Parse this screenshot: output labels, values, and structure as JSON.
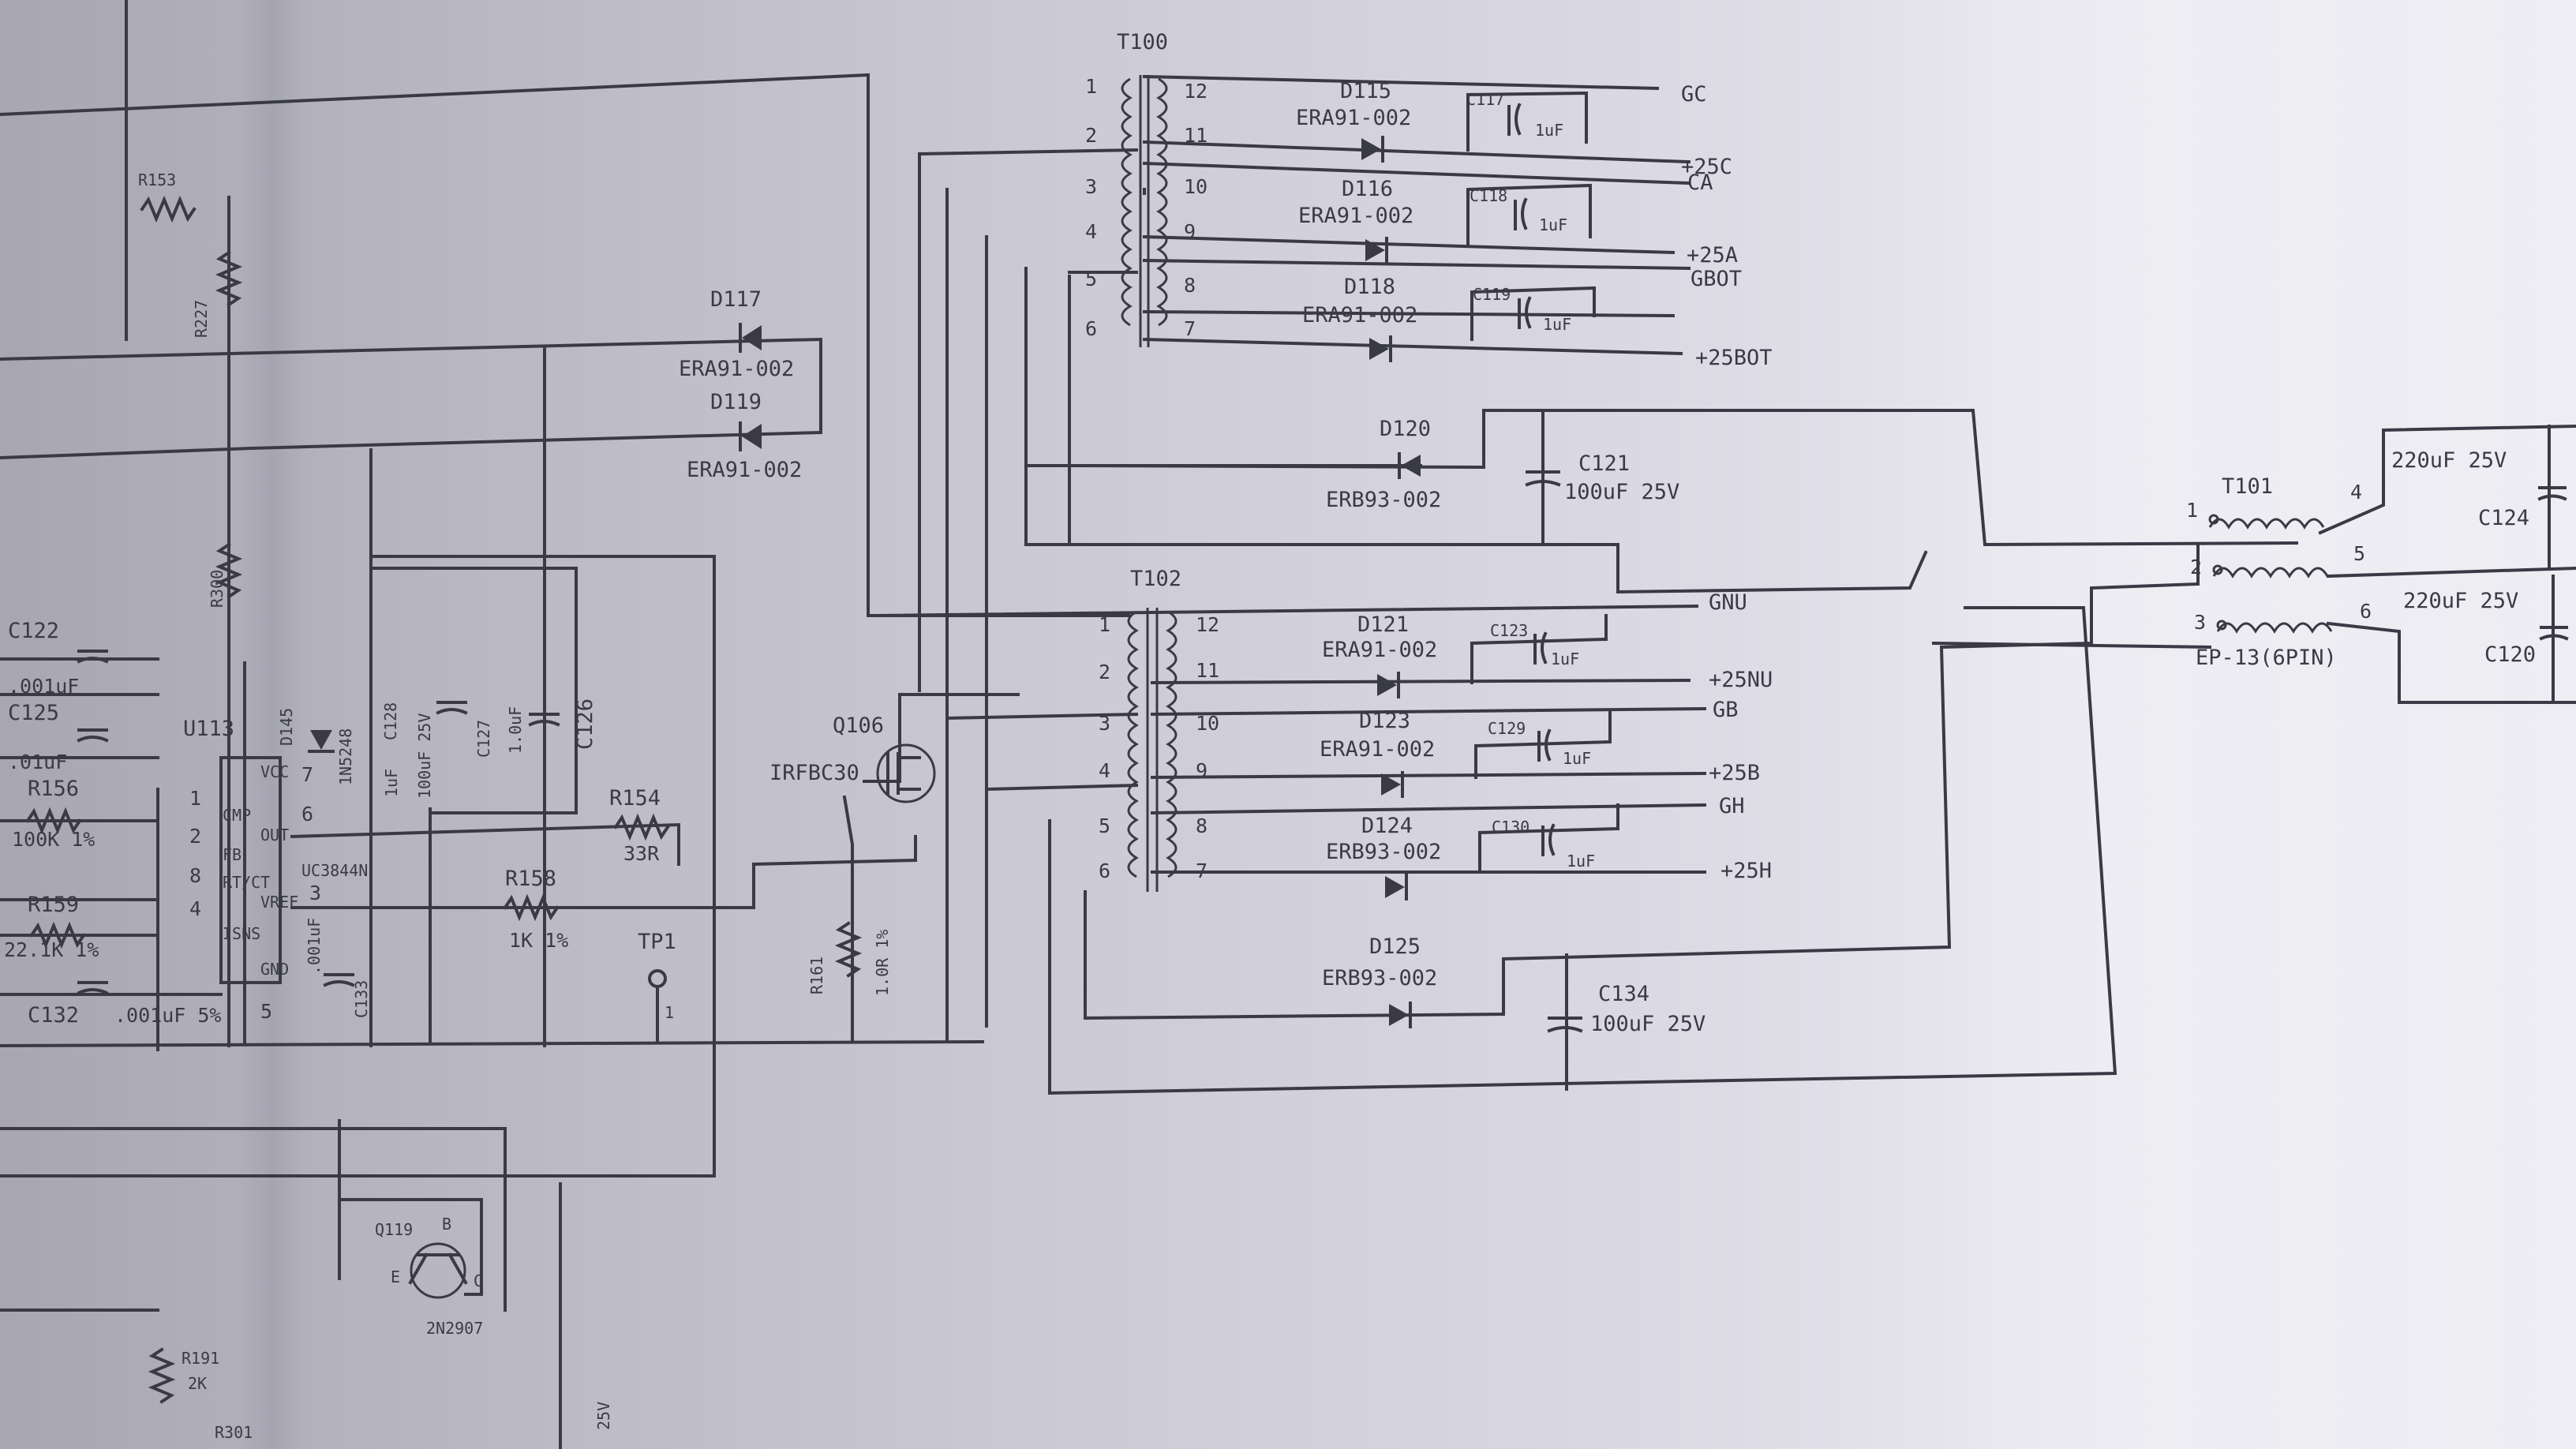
{
  "transformer_t100": {
    "name": "T100",
    "pins": [
      "1",
      "2",
      "3",
      "4",
      "5",
      "6",
      "12",
      "11",
      "10",
      "9",
      "8",
      "7"
    ]
  },
  "transformer_t102": {
    "name": "T102",
    "pins": [
      "1",
      "2",
      "3",
      "4",
      "5",
      "6",
      "12",
      "11",
      "10",
      "9",
      "8",
      "7"
    ]
  },
  "transformer_t101": {
    "name": "T101",
    "pins": [
      "1",
      "4",
      "2",
      "5",
      "3",
      "6"
    ],
    "part": "EP-13(6PIN)"
  },
  "diodes": {
    "d115": {
      "ref": "D115",
      "part": "ERA91-002"
    },
    "d116": {
      "ref": "D116",
      "part": "ERA91-002"
    },
    "d118": {
      "ref": "D118",
      "part": "ERA91-002"
    },
    "d117": {
      "ref": "D117",
      "part": "ERA91-002"
    },
    "d119": {
      "ref": "D119",
      "part": "ERA91-002"
    },
    "d120": {
      "ref": "D120",
      "part": "ERB93-002"
    },
    "d121": {
      "ref": "D121",
      "part": "ERA91-002"
    },
    "d123": {
      "ref": "D123",
      "part": "ERA91-002"
    },
    "d124": {
      "ref": "D124",
      "part": "ERB93-002"
    },
    "d125": {
      "ref": "D125",
      "part": "ERB93-002"
    },
    "d145": {
      "ref": "D145",
      "part": "1N5248"
    }
  },
  "capacitors": {
    "c117": {
      "ref": "C117",
      "value": "1uF"
    },
    "c118": {
      "ref": "C118",
      "value": "1uF"
    },
    "c119": {
      "ref": "C119",
      "value": "1uF"
    },
    "c121": {
      "ref": "C121",
      "value": "100uF 25V"
    },
    "c123": {
      "ref": "C123",
      "value": "1uF"
    },
    "c129": {
      "ref": "C129",
      "value": "1uF"
    },
    "c130": {
      "ref": "C130",
      "value": "1uF"
    },
    "c134": {
      "ref": "C134",
      "value": "100uF 25V"
    },
    "c124": {
      "ref": "C124",
      "value": "220uF 25V"
    },
    "c120": {
      "ref": "C120",
      "value": "220uF 25V"
    },
    "c122": {
      "ref": "C122",
      "value": ".001uF"
    },
    "c125": {
      "ref": "C125",
      "value": ".01uF"
    },
    "c126": {
      "ref": "C126"
    },
    "c127": {
      "ref": "C127",
      "value": "1.0uF"
    },
    "c128": {
      "ref": "C128",
      "value_a": "1uF",
      "value_b": "100uF 25V"
    },
    "c132": {
      "ref": "C132",
      "value": ".001uF 5%"
    },
    "c133": {
      "ref": "C133",
      "value": ".001uF"
    }
  },
  "resistors": {
    "r153": {
      "ref": "R153"
    },
    "r227": {
      "ref": "R227"
    },
    "r300": {
      "ref": "R300"
    },
    "r154": {
      "ref": "R154",
      "value": "33R"
    },
    "r156": {
      "ref": "R156",
      "value": "100K 1%"
    },
    "r158": {
      "ref": "R158",
      "value": "1K 1%"
    },
    "r159": {
      "ref": "R159",
      "value": "22.1K 1%"
    },
    "r161": {
      "ref": "R161",
      "value": "1.0R 1%"
    },
    "r191": {
      "ref": "R191",
      "value": "2K"
    },
    "r301": {
      "ref": "R301"
    }
  },
  "ic_u113": {
    "ref": "U113",
    "part": "UC3844N",
    "pin_labels": [
      "CMP",
      "FB",
      "RT/CT",
      "ISNS",
      "OUT",
      "VCC",
      "GND",
      "VREF"
    ],
    "pin_numbers": [
      "1",
      "2",
      "8",
      "4",
      "6",
      "7",
      "3",
      "5"
    ]
  },
  "mosfet_q106": {
    "ref": "Q106",
    "part": "IRFBC30"
  },
  "transistor_q119": {
    "ref": "Q119",
    "part": "2N2907",
    "pins": [
      "B",
      "E",
      "C"
    ]
  },
  "testpoint": {
    "ref": "TP1",
    "pin": "1"
  },
  "rails": {
    "gc": "GC",
    "p25c": "+25C",
    "ca": "CA",
    "p25a": "+25A",
    "gbot": "GBOT",
    "p25bot": "+25BOT",
    "gnu": "GNU",
    "p25nu": "+25NU",
    "gb": "GB",
    "p25b": "+25B",
    "gh": "GH",
    "p25h": "+25H"
  },
  "misc": {
    "v25": "25V"
  }
}
